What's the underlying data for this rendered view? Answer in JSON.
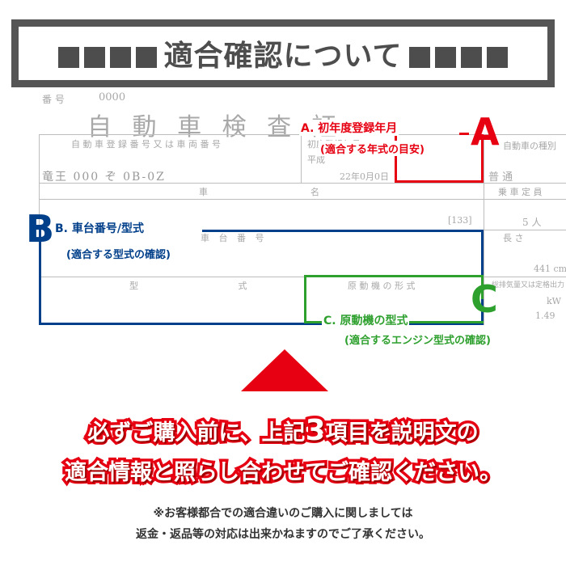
{
  "banner": {
    "title": "適合確認について",
    "icon": "square-block"
  },
  "certificate": {
    "number_label": "番 号",
    "number_value": "0000",
    "title": "自 動 車 検 査 証",
    "reg_header": "自 動 車 登 録 番 号 又 は 車 両 番 号",
    "first_reg_header": "初度登録年月",
    "era": "平成",
    "reg_number": "竜王 000 ぞ 0B-0Z",
    "first_reg_value": "22年0月0日",
    "vehicle_class_header": "自動車の種別",
    "vehicle_class_value": "普 通",
    "car_header": "車",
    "name_header": "名",
    "capacity_header": "乗 車 定 員",
    "capacity_value": "5 人",
    "code_value": "[133]",
    "chassis_header": "車 台 番 号",
    "length_header": "長 さ",
    "length_value": "441 cm",
    "model_header": "型 式",
    "engine_header": "原 動 機 の 形 式",
    "displacement_header": "総排気量又は定格出力",
    "displacement_unit": "kW",
    "displacement_value": "1.49"
  },
  "labels": {
    "a_letter": "A",
    "a_title": "A. 初年度登録年月",
    "a_sub": "(適合する年式の目安)",
    "b_letter": "B",
    "b_title": "B. 車台番号/型式",
    "b_sub": "(適合する型式の確認)",
    "c_letter": "C",
    "c_title": "C. 原動機の型式",
    "c_sub": "(適合するエンジン型式の確認)"
  },
  "warning": {
    "line1_pre": "必ずご購入前に、上記",
    "line1_num": "3",
    "line1_post": "項目を説明文の",
    "line2": "適合情報と照らし合わせてご確認ください。"
  },
  "note": {
    "line1": "※お客様都合での適合違いのご購入に関しましては",
    "line2": "返金・返品等の対応は出来かねますのでご了承ください。"
  },
  "colors": {
    "red": "#e60012",
    "blue": "#003f8a",
    "green": "#2ea02e",
    "banner_gray": "#4d4d4d"
  }
}
